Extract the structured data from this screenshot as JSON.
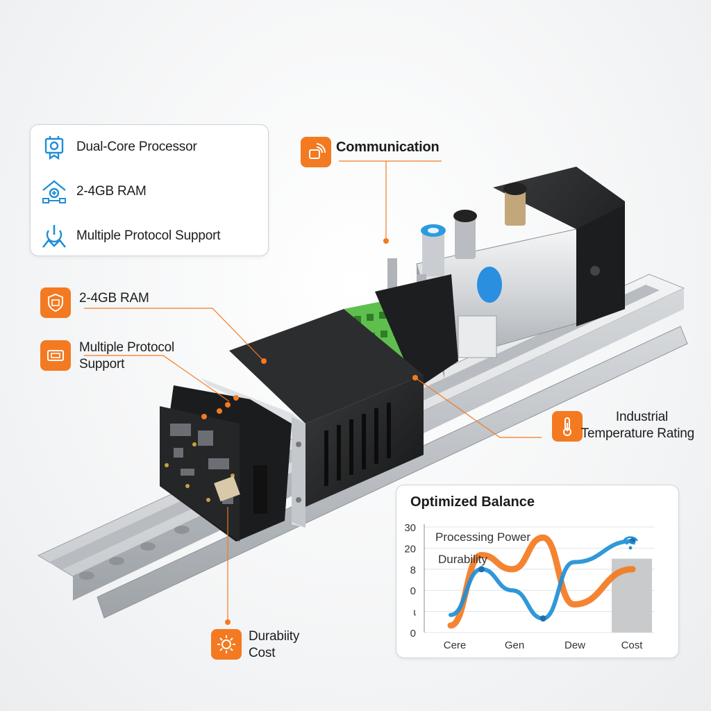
{
  "features": [
    {
      "label": "Dual-Core Processor",
      "icon": "processor-icon"
    },
    {
      "label": "2-4GB RAM",
      "icon": "network-house-icon"
    },
    {
      "label": "Multiple Protocol Support",
      "icon": "protocol-arrows-icon"
    }
  ],
  "callouts": {
    "communication": "Communication",
    "ram": "2-4GB RAM",
    "protocol_line1": "Multiple Protocol",
    "protocol_line2": "Support",
    "temperature_line1": "Industrial",
    "temperature_line2": "Temperature Rating",
    "durability_line1": "Durabiity",
    "durability_line2": "Cost"
  },
  "colors": {
    "accent": "#f37a21",
    "blue": "#1e8fd6"
  },
  "chart_data": {
    "type": "line",
    "title": "Optimized Balance",
    "categories": [
      "Cere",
      "Gen",
      "Dew",
      "Cost"
    ],
    "y_ticks": [
      "30",
      "20",
      "8",
      "0",
      "ɩ",
      "0"
    ],
    "legend": [
      "Processing Power",
      "Durability"
    ],
    "series": [
      {
        "name": "Processing Power",
        "color": "#f37a21",
        "values": [
          2,
          22,
          18,
          27,
          8,
          18
        ]
      },
      {
        "name": "Durability",
        "color": "#1e8fd6",
        "values": [
          5,
          18,
          12,
          4,
          20,
          26
        ]
      }
    ],
    "ylim": [
      0,
      30
    ],
    "grid": true,
    "wifi_icon": "wifi-icon"
  }
}
